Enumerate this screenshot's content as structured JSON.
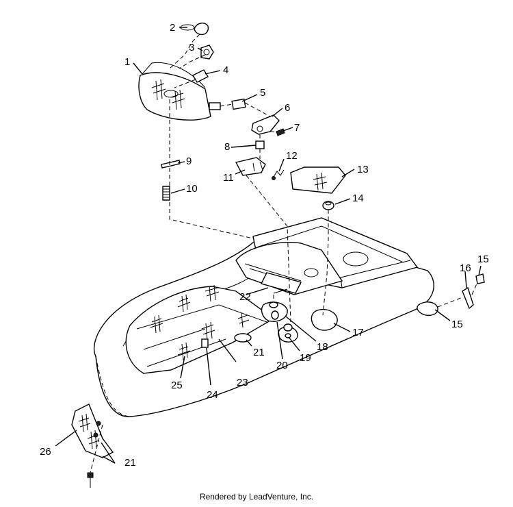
{
  "callouts": {
    "c1": "1",
    "c2": "2",
    "c3": "3",
    "c4": "4",
    "c5": "5",
    "c6": "6",
    "c7": "7",
    "c8": "8",
    "c9": "9",
    "c10": "10",
    "c11": "11",
    "c12": "12",
    "c13": "13",
    "c14": "14",
    "c15a": "15",
    "c15b": "15",
    "c16": "16",
    "c17": "17",
    "c18": "18",
    "c19": "19",
    "c20": "20",
    "c21a": "21",
    "c21b": "21",
    "c22": "22",
    "c23": "23",
    "c24": "24",
    "c25": "25",
    "c26": "26"
  },
  "caption": "Rendered by LeadVenture, Inc."
}
